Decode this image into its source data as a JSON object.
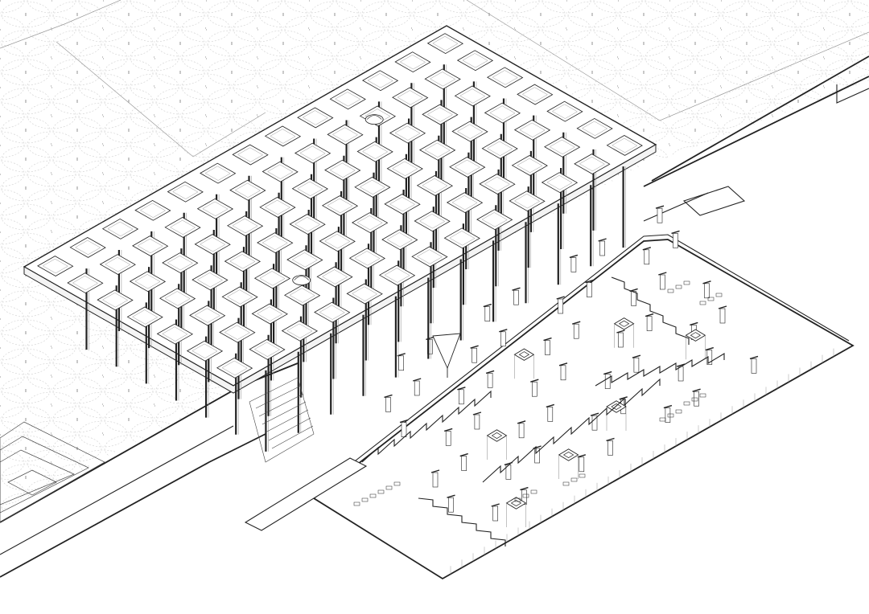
{
  "drawing": {
    "style": "axonometric-line-drawing",
    "colors": {
      "background": "#ffffff",
      "line": "#222222",
      "faint_line": "#9a9a9a",
      "ground_pattern": "#c8c8c8",
      "tile_fill": "#ffffff",
      "cut_fill": "#ffffff"
    },
    "grid": {
      "rows": 7,
      "cols": 13
    }
  }
}
